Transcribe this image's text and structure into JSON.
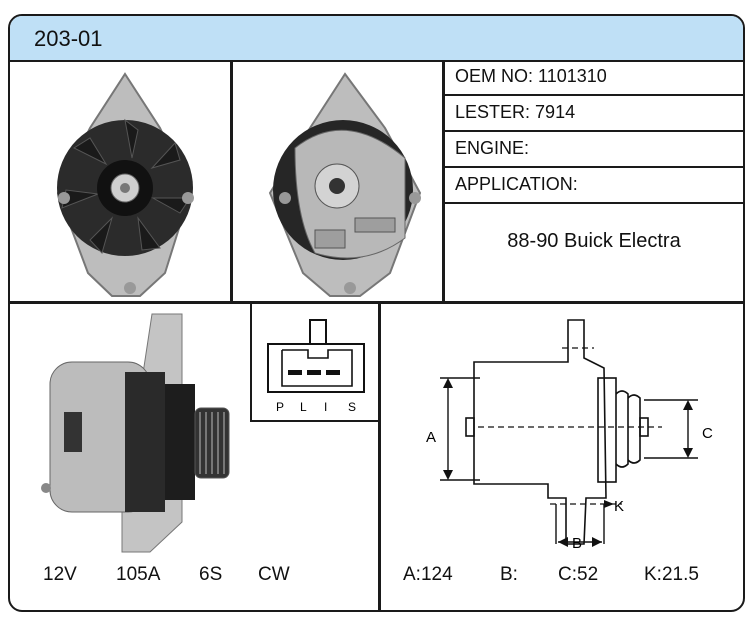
{
  "header": {
    "model": "203-01"
  },
  "specs": {
    "oem_label": "OEM NO:",
    "oem_value": "1101310",
    "lester_label": "LESTER:",
    "lester_value": "7914",
    "engine_label": "ENGINE:",
    "engine_value": "",
    "application_label": "APPLICATION:",
    "application_value": "88-90 Buick Electra"
  },
  "electrical": {
    "voltage": "12V",
    "amperage": "105A",
    "pulley": "6S",
    "rotation": "CW"
  },
  "connector": {
    "pins": [
      "P",
      "L",
      "I",
      "S"
    ]
  },
  "dimensions": {
    "a_label": "A",
    "b_label": "B",
    "c_label": "C",
    "k_label": "K",
    "a": "A:124",
    "b": "B:",
    "c": "C:52",
    "k": "K:21.5"
  }
}
